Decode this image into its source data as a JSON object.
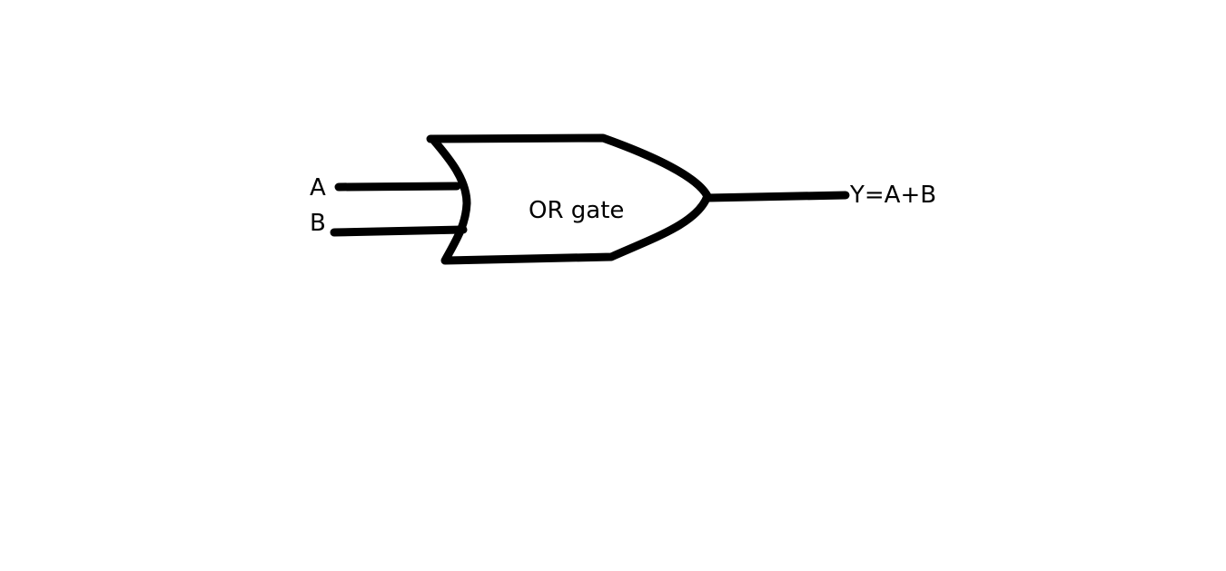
{
  "diagram": {
    "input_a_label": "A",
    "input_b_label": "B",
    "gate_label": "OR gate",
    "output_label": "Y=A+B"
  },
  "colors": {
    "background": "#ffffff",
    "stroke": "#000000"
  }
}
